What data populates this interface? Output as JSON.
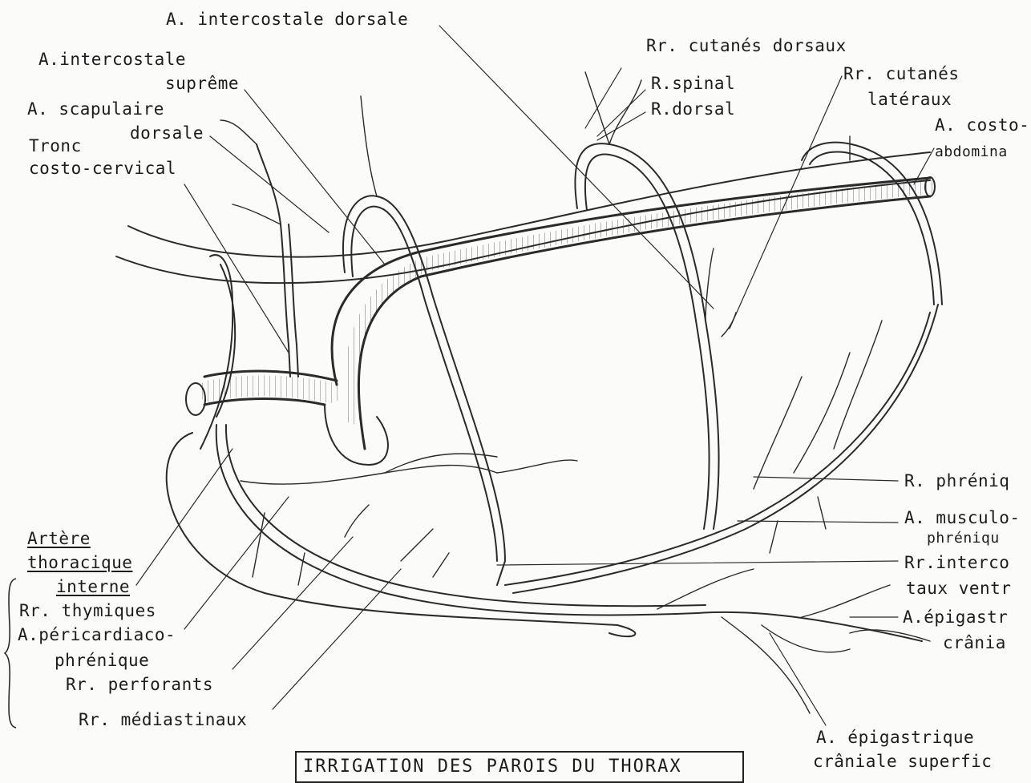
{
  "labels": {
    "intercostale_dorsale": "A. intercostale dorsale",
    "intercostale_supreme_1": "A.intercostale",
    "intercostale_supreme_2": "suprême",
    "scapulaire_1": "A. scapulaire",
    "scapulaire_2": "dorsale",
    "tronc_1": "Tronc",
    "tronc_2": "costo-cervical",
    "cutanes_dorsaux": "Rr. cutanés dorsaux",
    "spinal": "R.spinal",
    "dorsal": "R.dorsal",
    "cutanes_lateraux_1": "Rr. cutanés",
    "cutanes_lateraux_2": "latéraux",
    "costo_1": "A. costo-",
    "costo_2": "abdomina",
    "phrenique": "R. phréniq",
    "musculo_1": "A. musculo-",
    "musculo_2": "phréniqu",
    "interco_1": "Rr.interco",
    "interco_2": "taux ventr",
    "epigastr_1": "A.épigastr",
    "epigastr_2": "crânia",
    "artere_1": "Artère",
    "artere_2": "thoracique",
    "artere_3": "interne",
    "thymiques": "Rr. thymiques",
    "pericardiaco_1": "A.péricardiaco-",
    "pericardiaco_2": "phrénique",
    "perforants": "Rr. perforants",
    "mediastinaux": "Rr. médiastinaux",
    "epig_sup_1": "A. épigastrique",
    "epig_sup_2": "crâniale superfic"
  },
  "title": "IRRIGATION DES PAROIS DU THORAX",
  "colors": {
    "ink": "#1c1c1c",
    "paper": "#fbfbf9"
  }
}
